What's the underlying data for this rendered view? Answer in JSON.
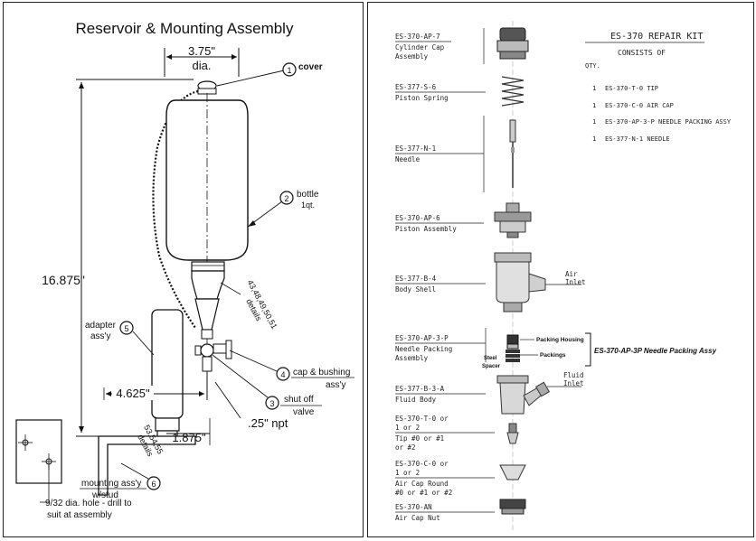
{
  "left": {
    "title": "Reservoir & Mounting Assembly",
    "dim_diameter": "3.75\"",
    "dim_diameter_unit": "dia.",
    "dim_height": "16.875\"",
    "dim_4625": "4.625\"",
    "dim_1875": "1.875\"",
    "dim_npt": ".25\" npt",
    "callouts": [
      {
        "num": "1",
        "label": "cover",
        "sub": ""
      },
      {
        "num": "2",
        "label": "bottle",
        "sub": "1qt."
      },
      {
        "num": "5",
        "label": "adapter",
        "sub": "ass'y"
      },
      {
        "num": "4",
        "label": "cap & bushing",
        "sub": "ass'y"
      },
      {
        "num": "3",
        "label": "shut off",
        "sub": "valve"
      },
      {
        "num": "6",
        "label": "mounting ass'y",
        "sub": "w/stud"
      }
    ],
    "details_1": "details",
    "details_1b": "43,48,49,50,51",
    "details_2": "details",
    "details_2b": "53,54,55",
    "hole_note_1": "9/32 dia. hole - drill to",
    "hole_note_2": "suit at assembly"
  },
  "right": {
    "kit_title": "ES-370 REPAIR KIT",
    "consists": "CONSISTS OF",
    "qty": "QTY.",
    "kit_items": [
      {
        "qty": "1",
        "desc": "ES-370-T-0 TIP"
      },
      {
        "qty": "1",
        "desc": "ES-370-C-0 AIR CAP"
      },
      {
        "qty": "1",
        "desc": "ES-370-AP-3-P NEEDLE PACKING ASSY"
      },
      {
        "qty": "1",
        "desc": "ES-377-N-1 NEEDLE"
      }
    ],
    "parts": [
      {
        "code": "ES-370-AP-7",
        "desc": [
          "Cylinder Cap",
          "Assembly"
        ]
      },
      {
        "code": "ES-377-S-6",
        "desc": [
          "Piston Spring"
        ]
      },
      {
        "code": "ES-377-N-1",
        "desc": [
          "Needle"
        ]
      },
      {
        "code": "ES-370-AP-6",
        "desc": [
          "Piston Assembly"
        ]
      },
      {
        "code": "ES-377-B-4",
        "desc": [
          "Body Shell"
        ]
      },
      {
        "code": "ES-370-AP-3-P",
        "desc": [
          "Needle Packing",
          "Assembly"
        ]
      },
      {
        "code": "ES-377-B-3-A",
        "desc": [
          "Fluid Body"
        ]
      },
      {
        "code": "ES-370-T-0 or",
        "desc": [
          "1 or 2",
          "Tip #0 or #1",
          "or #2"
        ]
      },
      {
        "code": "ES-370-C-0 or",
        "desc": [
          "1 or 2",
          "Air Cap Round",
          "#0 or #1 or #2"
        ]
      },
      {
        "code": "ES-370-AN",
        "desc": [
          "Air Cap Nut"
        ]
      }
    ],
    "air_inlet": [
      "Air",
      "Inlet"
    ],
    "fluid_inlet": [
      "Fluid",
      "Inlet"
    ],
    "packing_housing": "Packing Housing",
    "steel_spacer": [
      "Steel",
      "Spacer"
    ],
    "packings": "Packings",
    "packing_assy": "ES-370-AP-3P Needle Packing Assy"
  }
}
